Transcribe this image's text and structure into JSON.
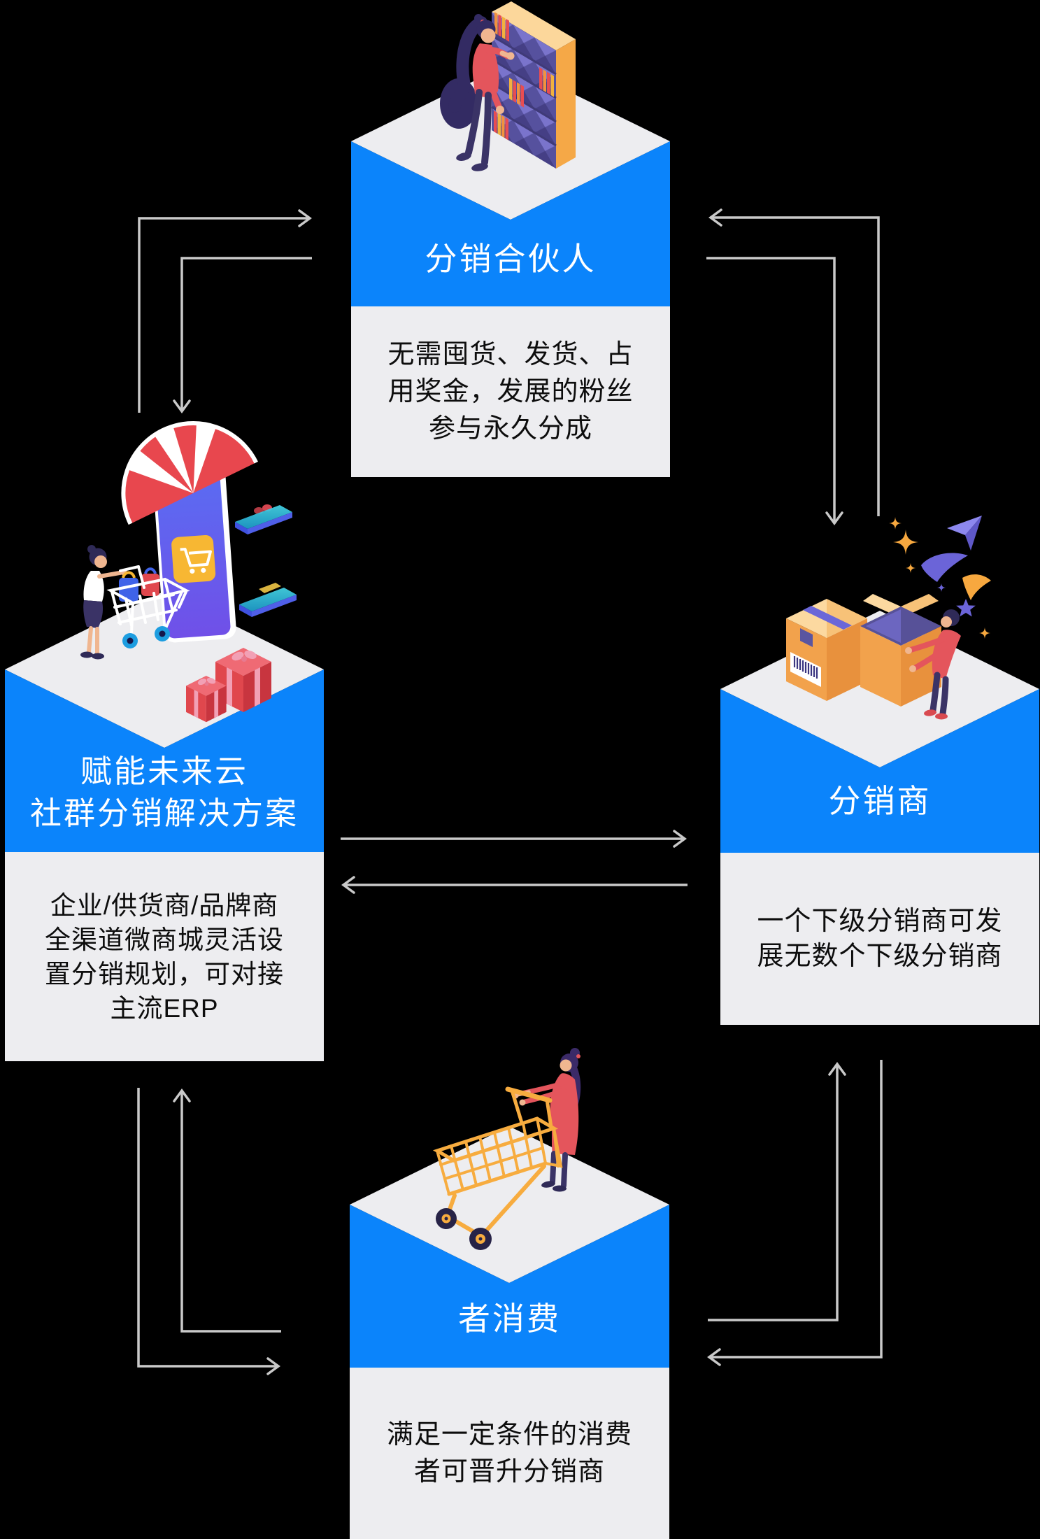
{
  "page": {
    "background": "#000000"
  },
  "colors": {
    "banner_blue": "#0b84fb",
    "panel_gray": "#ededf0",
    "arrow_gray": "#c9c9c9",
    "title_text": "#ffffff",
    "desc_text": "#0d0d0d"
  },
  "nodes": {
    "partner": {
      "title": "分销合伙人",
      "description": "无需囤货、发货、占\n用奖金，发展的粉丝\n参与永久分成"
    },
    "platform": {
      "title": "赋能未来云\n社群分销解决方案",
      "description": "企业/供货商/品牌商\n全渠道微商城灵活设\n置分销规划，可对接\n主流ERP"
    },
    "distributor": {
      "title": "分销商",
      "description": "一个下级分销商可发\n展无数个下级分销商"
    },
    "consumer": {
      "title": "者消费",
      "description": "满足一定条件的消费\n者可晋升分销商"
    }
  },
  "illustrations": {
    "partner": "woman-organizing-bookshelf",
    "platform": "mobile-storefront-shopping",
    "distributor": "person-unpacking-boxes",
    "consumer": "woman-pushing-shopping-cart"
  }
}
